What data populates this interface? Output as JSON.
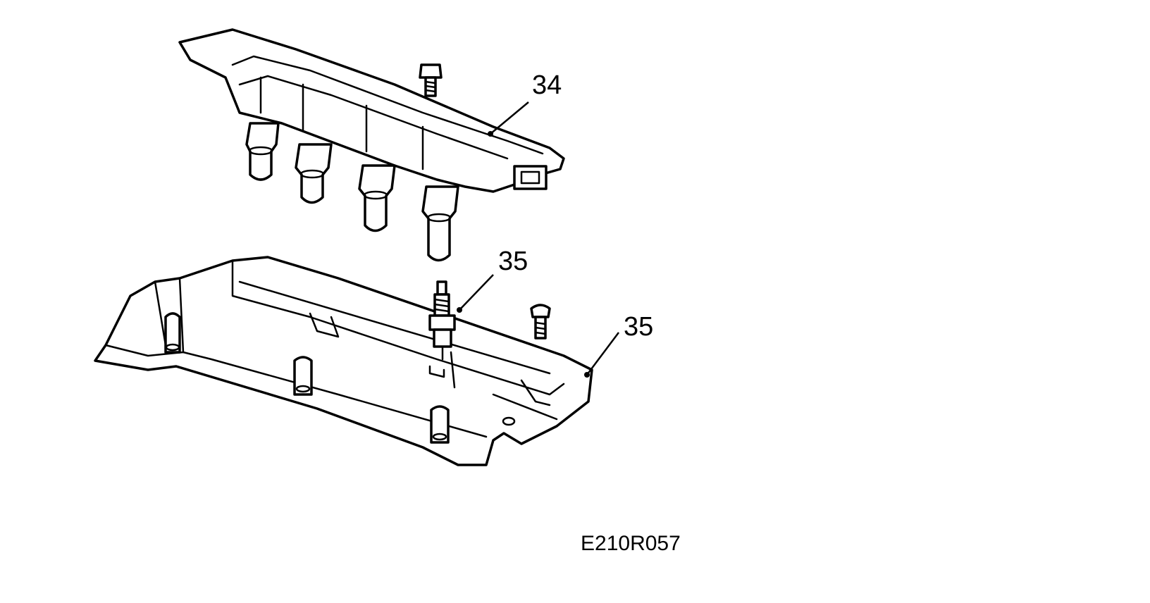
{
  "callouts": {
    "coil_pack": "34",
    "spark_plug": "35",
    "cover": "35"
  },
  "reference_code": "E210R057"
}
